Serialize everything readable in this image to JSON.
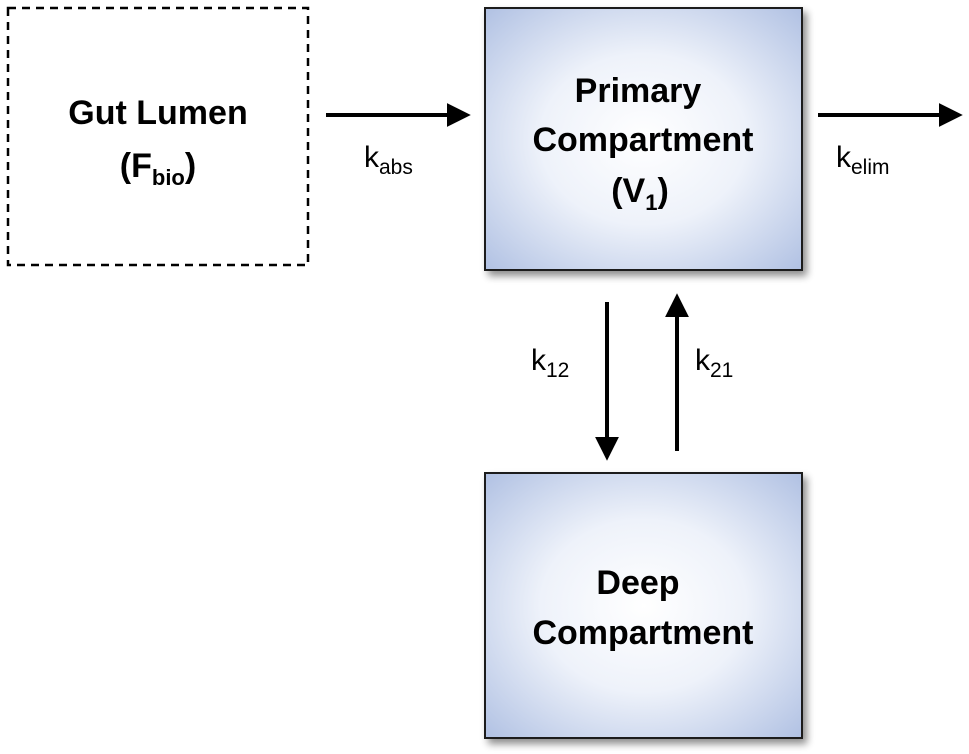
{
  "nodes": {
    "gut": {
      "line1": "Gut Lumen",
      "line2_open": "(F",
      "line2_sub": "bio",
      "line2_close": ")"
    },
    "primary": {
      "line1": "Primary",
      "line2": "Compartment",
      "line3_open": "(V",
      "line3_sub": "1",
      "line3_close": ")"
    },
    "deep": {
      "line1": "Deep",
      "line2": "Compartment"
    }
  },
  "edges": {
    "abs": {
      "base": "k",
      "sub": "abs"
    },
    "elim": {
      "base": "k",
      "sub": "elim"
    },
    "k12": {
      "base": "k",
      "sub": "12"
    },
    "k21": {
      "base": "k",
      "sub": "21"
    }
  },
  "colors": {
    "box_fill_center": "#ffffff",
    "box_fill_edge": "#b3c6e7",
    "box_stroke": "#1a1a1a",
    "arrow": "#000000"
  }
}
